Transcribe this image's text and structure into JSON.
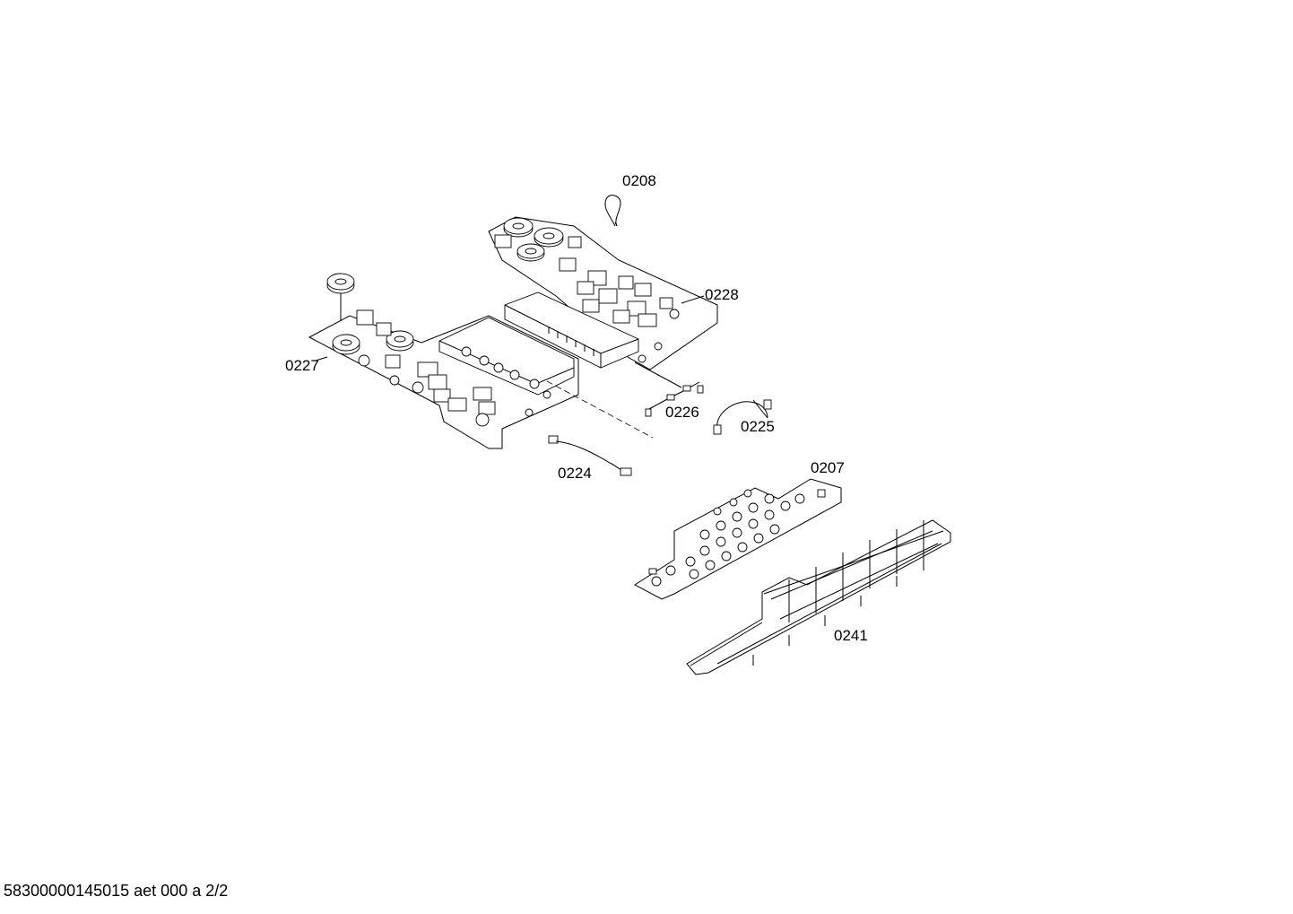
{
  "diagram": {
    "callouts": [
      "0208",
      "0228",
      "0227",
      "0226",
      "0225",
      "0224",
      "0207",
      "0241"
    ],
    "footer_id": "58300000145015 aet 000 a 2/2"
  }
}
